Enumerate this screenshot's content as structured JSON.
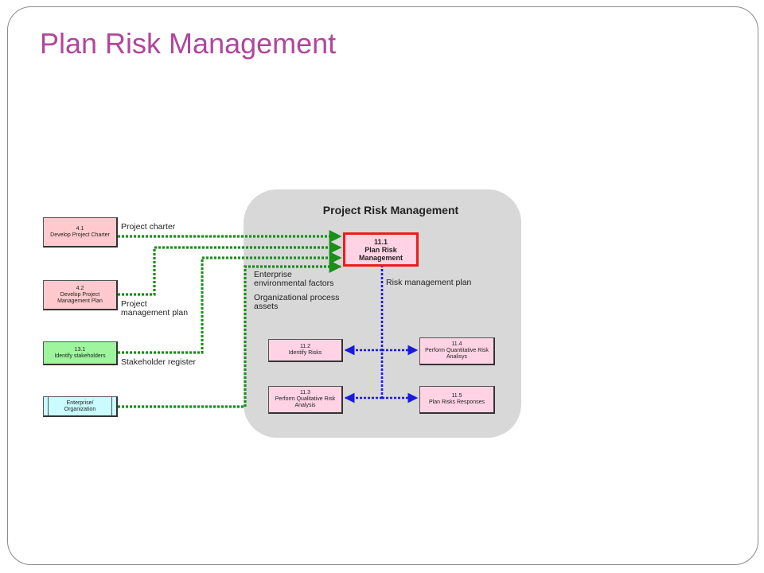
{
  "title": "Plan Risk Management",
  "panel": {
    "title": "Project Risk Management"
  },
  "inputs_processes": {
    "develop_charter": {
      "number": "4.1",
      "name": "Develop Project Charter"
    },
    "develop_pm_plan": {
      "number": "4.2",
      "name": "Develop Project Management Plan"
    },
    "identify_stakeholders": {
      "number": "13.1",
      "name": "Identify stakeholders"
    },
    "enterprise": {
      "name": "Enterprise/ Organization"
    }
  },
  "main_process": {
    "number": "11.1",
    "name": "Plan Risk Management"
  },
  "risk_processes": {
    "identify_risks": {
      "number": "11.2",
      "name": "Identify Risks"
    },
    "qualitative": {
      "number": "11.3",
      "name": "Perform Qualitative Risk Analysis"
    },
    "quantitative": {
      "number": "11.4",
      "name": "Perform Quantitative Risk Analisys"
    },
    "responses": {
      "number": "11.5",
      "name": "Plan Risks Responses"
    }
  },
  "flow_labels": {
    "project_charter": "Project charter",
    "pm_plan_line1": "Project",
    "pm_plan_line2": "management plan",
    "stakeholder_register": "Stakeholder register",
    "eef_line1": "Enterprise",
    "eef_line2": "environmental factors",
    "opa_line1": "Organizational process",
    "opa_line2": "assets",
    "risk_management_plan": "Risk management plan"
  },
  "colors": {
    "title": "#b0479c",
    "input_flow": "#1a8f1a",
    "output_flow": "#1a1adb",
    "main_border": "#ee1c1c",
    "panel": "#d8d8d8"
  }
}
